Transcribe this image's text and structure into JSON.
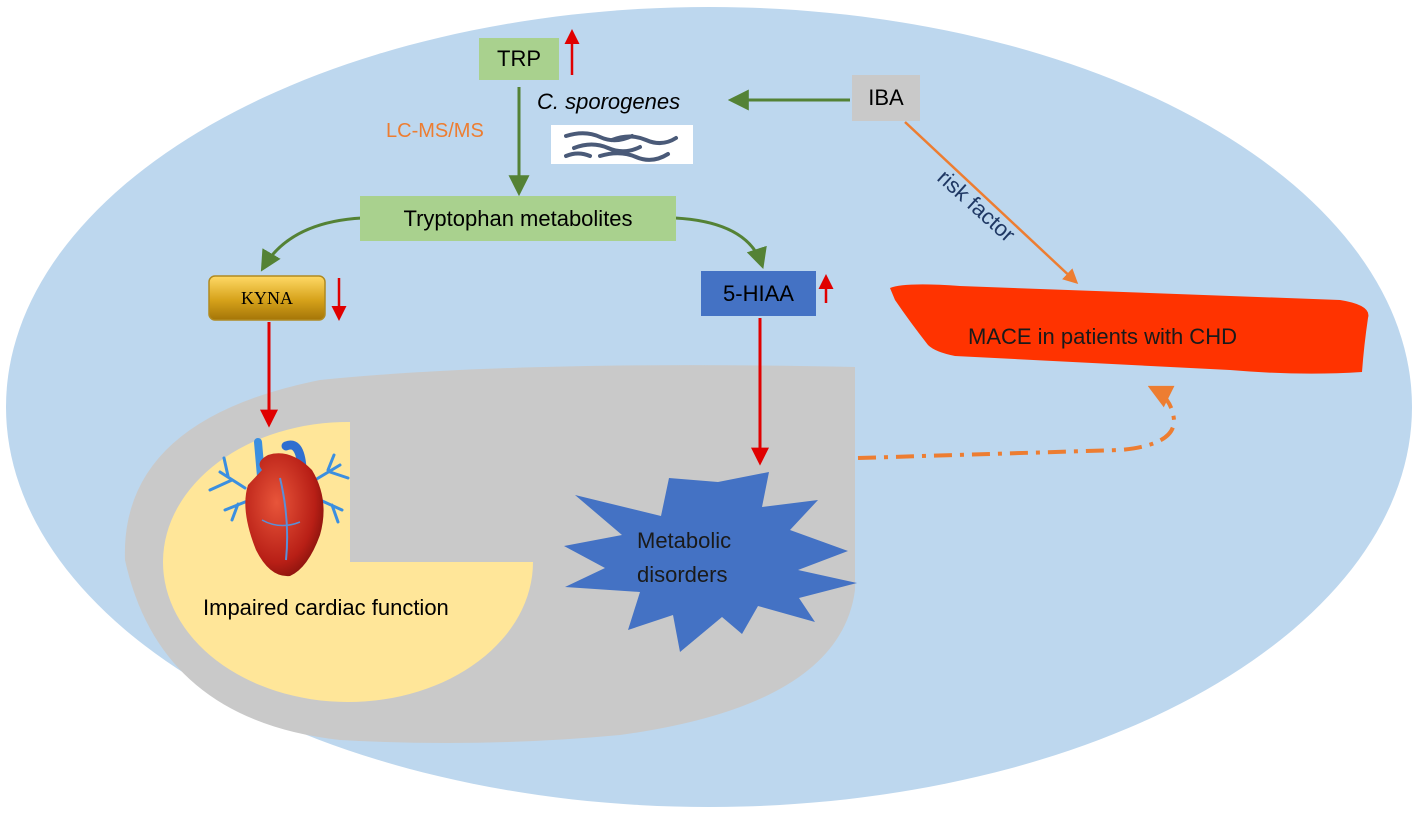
{
  "nodes": {
    "trp": "TRP",
    "iba": "IBA",
    "bacterium": "C. sporogenes",
    "method": "LC-MS/MS",
    "metabolites": "Tryptophan metabolites",
    "kyna": "KYNA",
    "hiaa": "5-HIAA",
    "mace": "MACE in patients with CHD",
    "risk": "risk factor",
    "cardiac": "Impaired cardiac function",
    "metabolic_line1": "Metabolic",
    "metabolic_line2": "disorders"
  },
  "colors": {
    "background_ellipse": "#bdd7ee",
    "green_box": "#a9d18e",
    "green_arrow": "#548235",
    "red_arrow": "#e00000",
    "orange": "#ed7d31",
    "hiaa_box": "#4472c4",
    "mace_shape": "#ff3300",
    "grey_region": "#c9c9c9",
    "yellow_region": "#ffe699",
    "starburst": "#4472c4",
    "iba_box": "#c9c9c9"
  },
  "icons": [
    "heart-icon",
    "bacteria-icon",
    "up-arrow-icon",
    "down-arrow-icon"
  ]
}
